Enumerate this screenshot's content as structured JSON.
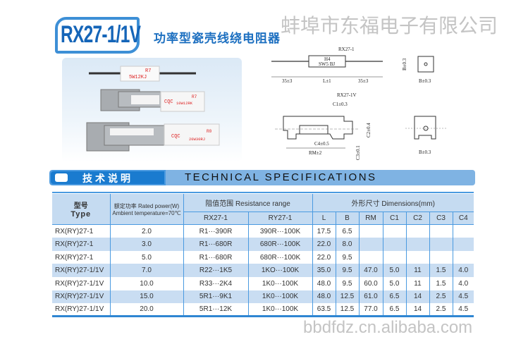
{
  "header": {
    "model": "RX27-1/1V",
    "title_cn": "功率型瓷壳线绕电阻器"
  },
  "photo": {
    "labels": [
      "R7",
      "5W12KJ",
      "CQC",
      "R7",
      "10W12RK",
      "CQC",
      "R0",
      "20W30RJ"
    ]
  },
  "drawings": {
    "rx27_1": {
      "title": "RX27-1",
      "body": [
        "H4",
        "SW5 BJ"
      ],
      "dims": [
        "35±3",
        "L±1",
        "35±3",
        "B±0.3",
        "B±0.3"
      ]
    },
    "rx27_1v": {
      "title": "RX27-1V",
      "dims": [
        "C1±0.3",
        "C2±0.4",
        "C4±0.5",
        "C3±0.1",
        "RM±2",
        "B±0.3"
      ]
    }
  },
  "section": {
    "title_cn": "技术说明",
    "title_en": "TECHNICAL SPECIFICATIONS"
  },
  "table": {
    "type_cn": "型号",
    "type_en": "Type",
    "power_cn": "额定功率 Rated power(W)",
    "power_en": "Ambient temperature=70℃",
    "resistance": "阻值范围  Resistance range",
    "dimensions": "外形尺寸  Dimensions(mm)",
    "sub": [
      "RX27-1",
      "RY27-1",
      "L",
      "B",
      "RM",
      "C1",
      "C2",
      "C3",
      "C4"
    ],
    "rows": [
      [
        "RX(RY)27-1",
        "2.0",
        "R1···390R",
        "390R···100K",
        "17.5",
        "6.5",
        "",
        "",
        "",
        "",
        ""
      ],
      [
        "RX(RY)27-1",
        "3.0",
        "R1···680R",
        "680R···100K",
        "22.0",
        "8.0",
        "",
        "",
        "",
        "",
        ""
      ],
      [
        "RX(RY)27-1",
        "5.0",
        "R1···680R",
        "680R···100K",
        "22.0",
        "9.5",
        "",
        "",
        "",
        "",
        ""
      ],
      [
        "RX(RY)27-1/1V",
        "7.0",
        "R22···1K5",
        "1KO···100K",
        "35.0",
        "9.5",
        "47.0",
        "5.0",
        "11",
        "1.5",
        "4.0"
      ],
      [
        "RX(RY)27-1/1V",
        "10.0",
        "R33···2K4",
        "1K0···100K",
        "48.0",
        "9.5",
        "60.0",
        "5.0",
        "11",
        "1.5",
        "4.0"
      ],
      [
        "RX(RY)27-1/1V",
        "15.0",
        "5R1···9K1",
        "1K0···100K",
        "48.0",
        "12.5",
        "61.0",
        "6.5",
        "14",
        "2.5",
        "4.5"
      ],
      [
        "RX(RY)27-1/1V",
        "20.0",
        "5R1···12K",
        "1K0···100K",
        "63.5",
        "12.5",
        "77.0",
        "6.5",
        "14",
        "2.5",
        "4.5"
      ]
    ]
  },
  "watermark": {
    "company": "蚌埠市东福电子有限公司",
    "site": "bbdfdz.cn.alibaba.com"
  }
}
